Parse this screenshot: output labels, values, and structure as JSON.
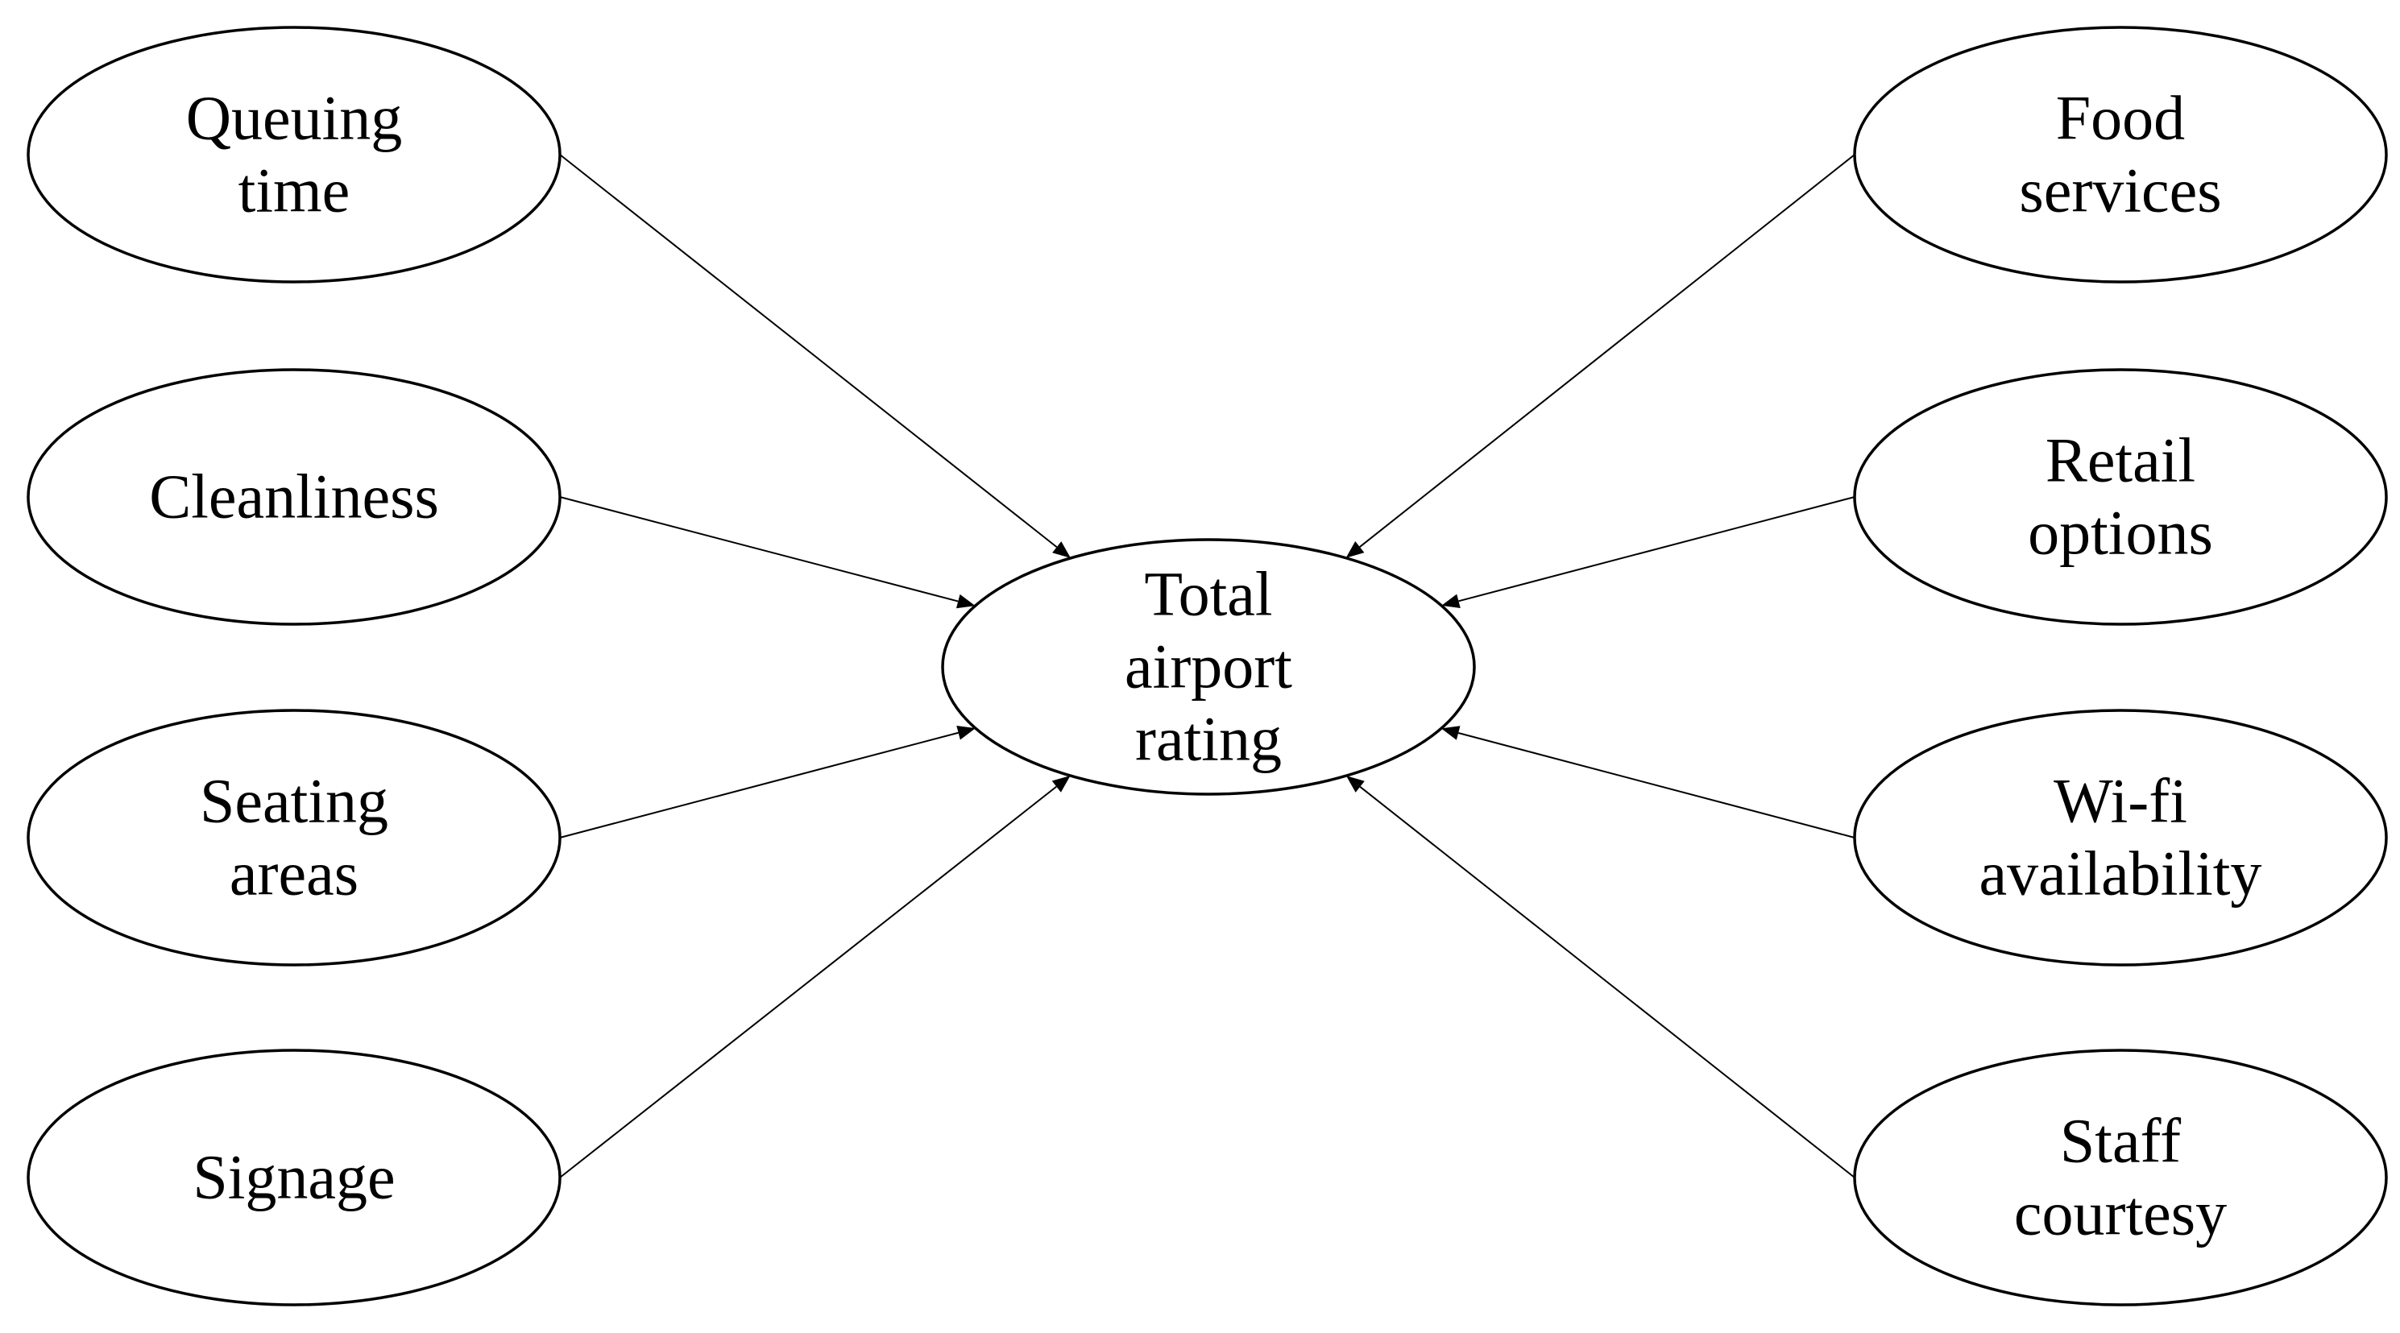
{
  "diagram": {
    "center": {
      "id": "total",
      "lines": [
        "Total",
        "airport",
        "rating"
      ]
    },
    "left_factors": [
      {
        "id": "queuing",
        "lines": [
          "Queuing",
          "time"
        ]
      },
      {
        "id": "cleanliness",
        "lines": [
          "Cleanliness"
        ]
      },
      {
        "id": "seating",
        "lines": [
          "Seating",
          "areas"
        ]
      },
      {
        "id": "signage",
        "lines": [
          "Signage"
        ]
      }
    ],
    "right_factors": [
      {
        "id": "food",
        "lines": [
          "Food",
          "services"
        ]
      },
      {
        "id": "retail",
        "lines": [
          "Retail",
          "options"
        ]
      },
      {
        "id": "wifi",
        "lines": [
          "Wi-fi",
          "availability"
        ]
      },
      {
        "id": "staff",
        "lines": [
          "Staff",
          "courtesy"
        ]
      }
    ],
    "edges": [
      {
        "from": "queuing",
        "to": "total"
      },
      {
        "from": "cleanliness",
        "to": "total"
      },
      {
        "from": "seating",
        "to": "total"
      },
      {
        "from": "signage",
        "to": "total"
      },
      {
        "from": "food",
        "to": "total"
      },
      {
        "from": "retail",
        "to": "total"
      },
      {
        "from": "wifi",
        "to": "total"
      },
      {
        "from": "staff",
        "to": "total"
      }
    ]
  }
}
